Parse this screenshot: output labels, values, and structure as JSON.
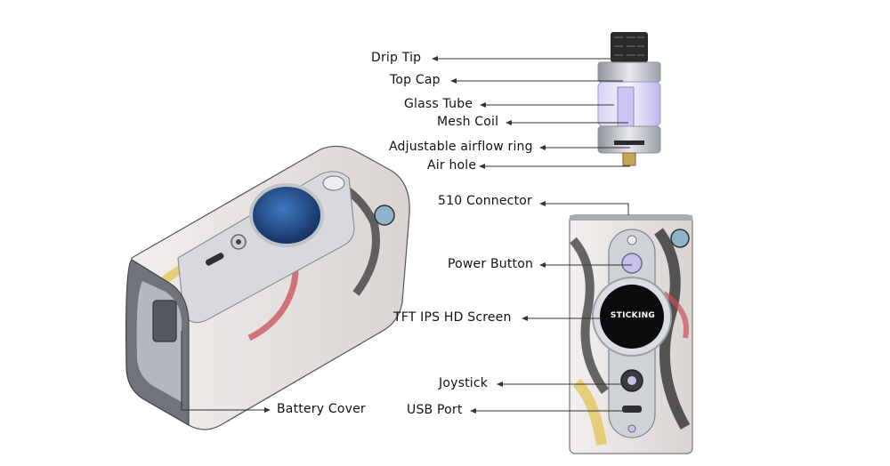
{
  "labels": {
    "drip_tip": "Drip  Tip",
    "top_cap": "Top  Cap",
    "glass_tube": "Glass Tube",
    "mesh_coil": "Mesh Coil",
    "airflow_ring": "Adjustable airflow ring",
    "air_hole": "Air hole",
    "connector_510": "510 Connector",
    "power_button": "Power Button",
    "screen": "TFT IPS HD Screen",
    "joystick": "Joystick",
    "usb_port": "USB Port",
    "battery_cover": "Battery Cover"
  },
  "logo_text": "STICKING",
  "colors": {
    "line": "#333333",
    "screen_blue": "#2a5b9c",
    "metal": "#c9ccd1",
    "tank_glass": "#b9b3e6"
  }
}
